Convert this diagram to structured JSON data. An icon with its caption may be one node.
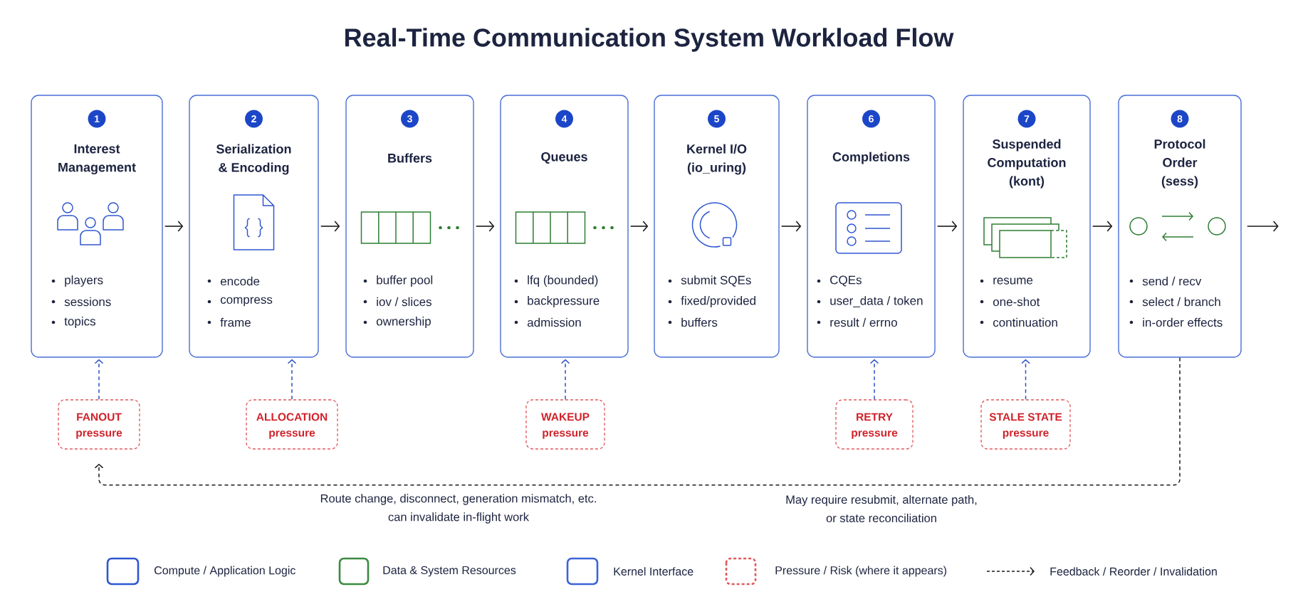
{
  "diagram": {
    "title": "Real-Time Communication System Workload Flow",
    "nodes": [
      {
        "text": [
          "1",
          "Interest Management",
          "players",
          "sessions",
          "topics"
        ]
      },
      {
        "text": [
          "2",
          "Serialization & Encoding",
          "encode",
          "compress",
          "frame"
        ]
      },
      {
        "text": [
          "3",
          "Buffers",
          "buffer pool",
          "iov / slices",
          "ownership"
        ]
      },
      {
        "text": [
          "4",
          "Queues",
          "lfq (bounded)",
          "backpressure",
          "admission"
        ]
      },
      {
        "text": [
          "5",
          "Kernel I/O (io_uring)",
          "submit SQEs",
          "fixed/provided",
          "buffers"
        ]
      },
      {
        "text": [
          "6",
          "Completions",
          "CQEs",
          "user_data / token",
          "result / errno"
        ]
      },
      {
        "text": [
          "7",
          "Suspended Computation (kont)",
          "resume",
          "one-shot",
          "continuation"
        ]
      },
      {
        "text": [
          "8",
          "Protocol Order (sess)",
          "send / recv",
          "select / branch",
          "in-order effects"
        ]
      },
      {
        "text": [
          "FANOUT",
          "pressure"
        ]
      },
      {
        "text": [
          "ALLOCATION",
          "pressure"
        ]
      },
      {
        "text": [
          "WAKEUP",
          "pressure"
        ]
      },
      {
        "text": [
          "RETRY",
          "pressure"
        ]
      },
      {
        "text": [
          "STALE STATE",
          "pressure"
        ]
      }
    ],
    "edges": [
      {
        "from": 0,
        "to": 1,
        "arrow": "to"
      },
      {
        "from": 1,
        "to": 2,
        "arrow": "to"
      },
      {
        "from": 2,
        "to": 3,
        "arrow": "to"
      },
      {
        "from": 3,
        "to": 4,
        "arrow": "to"
      },
      {
        "from": 4,
        "to": 5,
        "arrow": "to"
      },
      {
        "from": 5,
        "to": 6,
        "arrow": "to"
      },
      {
        "from": 6,
        "to": 7,
        "arrow": "to"
      },
      {
        "from": 7,
        "to": null,
        "arrow": "to"
      },
      {
        "from": 8,
        "to": 0,
        "arrow": "to",
        "style": "dashed",
        "color": "#2a4fc4"
      },
      {
        "from": 9,
        "to": 1,
        "arrow": "to",
        "style": "dashed",
        "color": "#2a4fc4"
      },
      {
        "from": 10,
        "to": 3,
        "arrow": "to",
        "style": "dashed",
        "color": "#2a4fc4"
      },
      {
        "from": 11,
        "to": 5,
        "arrow": "to",
        "style": "dashed",
        "color": "#2a4fc4"
      },
      {
        "from": 12,
        "to": 6,
        "arrow": "to",
        "style": "dashed",
        "color": "#2a4fc4"
      },
      {
        "from": 7,
        "to": 8,
        "arrow": "to",
        "style": "dashed"
      }
    ],
    "labels": [
      "Route change, disconnect, generation mismatch, etc. can invalidate in-flight work",
      "May require resubmit, alternate path, or state reconciliation"
    ],
    "legend": [
      {
        "text": "Compute / Application Logic",
        "color": "#2f57d0"
      },
      {
        "text": "Data & System Resources",
        "color": "#3a8a3f"
      },
      {
        "text": "Kernel Interface",
        "color": "#3c64d6"
      },
      {
        "text": "Pressure / Risk (where it appears)",
        "color": "#e05a5e"
      },
      {
        "text": "Feedback / Reorder / Invalidation"
      }
    ]
  }
}
